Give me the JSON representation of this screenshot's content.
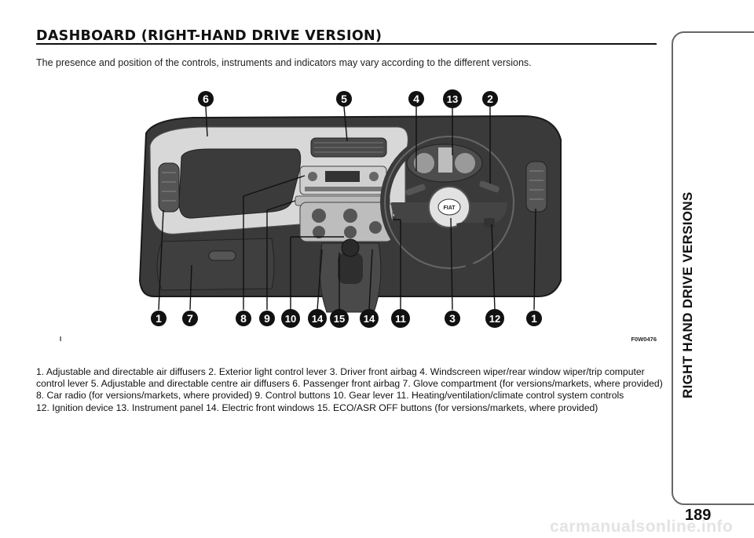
{
  "title": "DASHBOARD (RIGHT-HAND DRIVE VERSION)",
  "subtitle": "The presence and position of the controls, instruments and indicators may vary according to the different versions.",
  "figure": {
    "code": "F0W0476",
    "tick": "I",
    "top_callouts": [
      "6",
      "5",
      "4",
      "13",
      "2"
    ],
    "bottom_callouts": [
      "1",
      "7",
      "8",
      "9",
      "10",
      "14",
      "15",
      "14",
      "11",
      "3",
      "12",
      "1"
    ],
    "steering_badge": "FIAT"
  },
  "caption_lines": [
    "1. Adjustable and directable air diffusers 2. Exterior light control lever 3. Driver front airbag 4. Windscreen wiper/rear window wiper/trip computer",
    "control lever 5. Adjustable and directable centre air diffusers 6. Passenger front airbag 7. Glove compartment (for versions/markets, where provided)",
    "8. Car radio (for versions/markets, where provided) 9. Control buttons 10. Gear lever 11. Heating/ventilation/climate control system controls",
    "12. Ignition device 13. Instrument panel 14. Electric front windows 15. ECO/ASR OFF buttons (for versions/markets, where provided)"
  ],
  "side_tab": "RIGHT HAND DRIVE VERSIONS",
  "page_number": "189",
  "watermark": "carmanualsonline.info"
}
